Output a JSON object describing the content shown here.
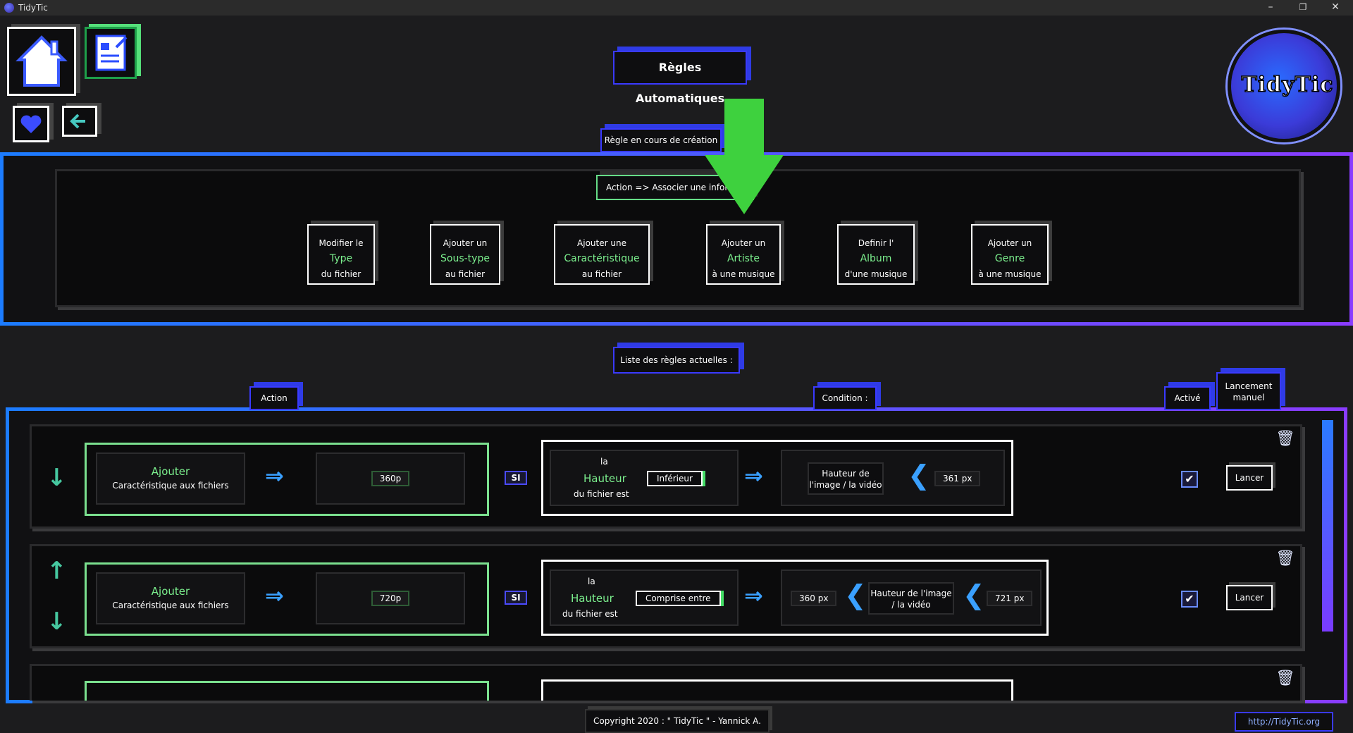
{
  "window": {
    "title": "TidyTic",
    "minimize": "–",
    "restore": "❐",
    "close": "✕"
  },
  "logo": {
    "text": "TidyTic"
  },
  "header": {
    "title": "Règles Automatiques"
  },
  "creation": {
    "label": "Règle en cours de création :",
    "action_pill": "Action => Associer une informa",
    "options": [
      {
        "line1": "Modifier le",
        "highlight": "Type",
        "line3": "du fichier"
      },
      {
        "line1": "Ajouter un",
        "highlight": "Sous-type",
        "line3": "au fichier"
      },
      {
        "line1": "Ajouter une",
        "highlight": "Caractéristique",
        "line3": "au fichier"
      },
      {
        "line1": "Ajouter un",
        "highlight": "Artiste",
        "line3": "à une musique"
      },
      {
        "line1": "Definir l'",
        "highlight": "Album",
        "line3": "d'une musique"
      },
      {
        "line1": "Ajouter un",
        "highlight": "Genre",
        "line3": "à une musique"
      }
    ]
  },
  "list": {
    "label": "Liste des règles actuelles :",
    "columns": {
      "action": "Action",
      "condition": "Condition :",
      "active": "Activé",
      "launch": "Lancement manuel"
    }
  },
  "rules": [
    {
      "action_title": "Ajouter",
      "action_sub": "Caractéristique aux fichiers",
      "value": "360p",
      "si": "SI",
      "cond_la": "la",
      "cond_prop": "Hauteur",
      "cond_of": "du fichier est",
      "operator": "Inférieur",
      "target": "Hauteur de l'image / la vidéo",
      "bound_right": "361 px",
      "launch": "Lancer"
    },
    {
      "action_title": "Ajouter",
      "action_sub": "Caractéristique aux fichiers",
      "value": "720p",
      "si": "SI",
      "cond_la": "la",
      "cond_prop": "Hauteur",
      "cond_of": "du fichier est",
      "operator": "Comprise entre",
      "bound_left": "360 px",
      "target": "Hauteur de l'image / la vidéo",
      "bound_right": "721 px",
      "launch": "Lancer"
    }
  ],
  "footer": {
    "copyright": "Copyright 2020 : \" TidyTic \" - Yannick A.",
    "site": "http://TidyTic.org"
  },
  "icons": {
    "checkbox": "✔",
    "arrow_right": "⇒",
    "arrow_left": "❮",
    "down": "↓",
    "up": "↑",
    "trash": "🗑"
  }
}
